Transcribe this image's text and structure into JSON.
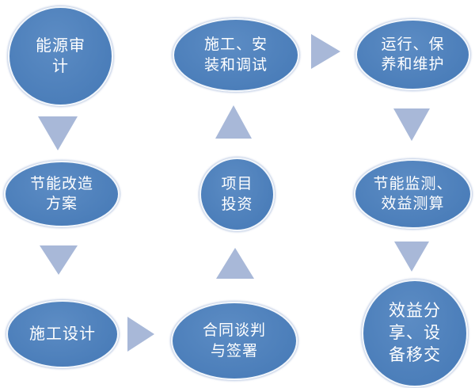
{
  "diagram": {
    "type": "flowchart",
    "description": "S-shaped process flow of an energy performance contracting project, nine blue oval stages connected by light-blue triangle arrows",
    "colors": {
      "node_fill": "#4a7db9",
      "node_fill_light": "#5c8cc4",
      "node_text": "#ffffff",
      "arrow": "#a8b8d8",
      "background": "#ffffff"
    },
    "nodes": [
      {
        "id": "energy-audit",
        "label": "能源审\n计"
      },
      {
        "id": "retrofit-plan",
        "label": "节能改造\n方案"
      },
      {
        "id": "construction-design",
        "label": "施工设计"
      },
      {
        "id": "contract-negotiation",
        "label": "合同谈判\n与签署"
      },
      {
        "id": "project-investment",
        "label": "项目\n投资"
      },
      {
        "id": "construction-installation",
        "label": "施工、安\n装和调试"
      },
      {
        "id": "operation-maintenance",
        "label": "运行、保\n养和维护"
      },
      {
        "id": "monitoring-measurement",
        "label": "节能监测、\n效益测算"
      },
      {
        "id": "benefit-sharing",
        "label": "效益分\n享、设\n备移交"
      }
    ],
    "arrows": [
      {
        "from": "energy-audit",
        "to": "retrofit-plan",
        "direction": "down"
      },
      {
        "from": "retrofit-plan",
        "to": "construction-design",
        "direction": "down"
      },
      {
        "from": "construction-design",
        "to": "contract-negotiation",
        "direction": "right"
      },
      {
        "from": "contract-negotiation",
        "to": "project-investment",
        "direction": "up"
      },
      {
        "from": "project-investment",
        "to": "construction-installation",
        "direction": "up"
      },
      {
        "from": "construction-installation",
        "to": "operation-maintenance",
        "direction": "right"
      },
      {
        "from": "operation-maintenance",
        "to": "monitoring-measurement",
        "direction": "down"
      },
      {
        "from": "monitoring-measurement",
        "to": "benefit-sharing",
        "direction": "down"
      }
    ]
  }
}
